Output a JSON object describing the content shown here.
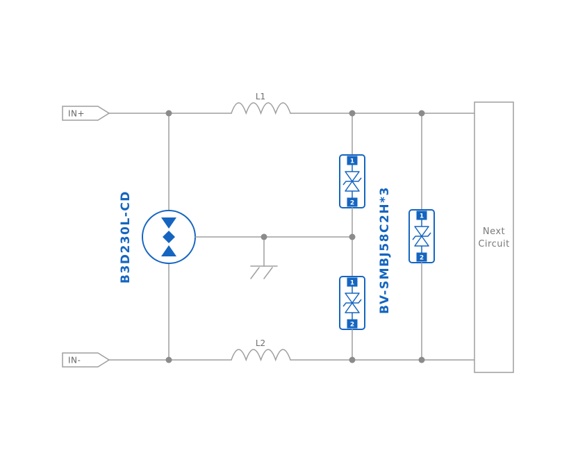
{
  "diagram": {
    "connectors": {
      "in_plus": "IN+",
      "in_minus": "IN-"
    },
    "inductors": {
      "l1": "L1",
      "l2": "L2"
    },
    "components": {
      "gdt_label": "B3D230L-CD",
      "tvs_label": "BV-SMBJ58C2H*3"
    },
    "pins": {
      "one": "1",
      "two": "2"
    },
    "next_block": {
      "line1": "Next",
      "line2": "Circuit"
    },
    "colors": {
      "wire": "#9e9e9e",
      "junction_dot": "#8b8b8b",
      "component_blue": "#1565c0",
      "label_gray": "#6d6d6d",
      "background": "#ffffff"
    }
  }
}
